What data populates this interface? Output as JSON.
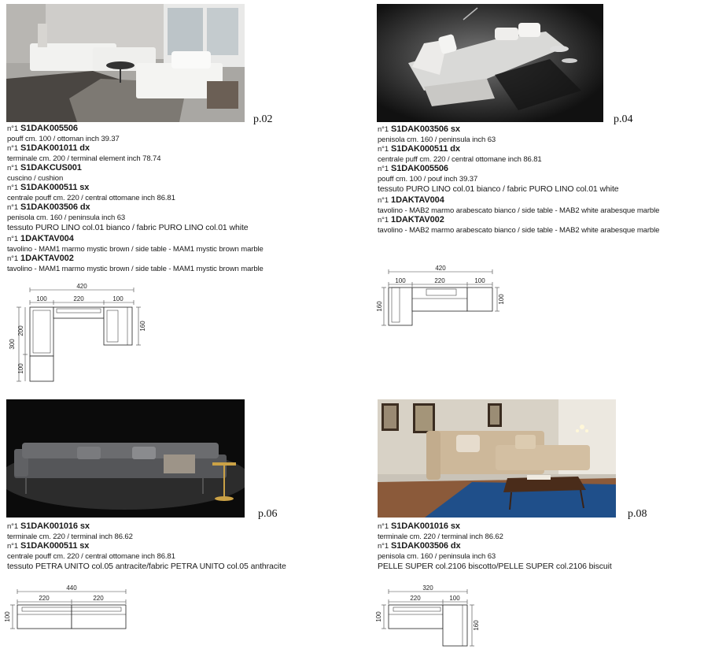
{
  "panels": [
    {
      "page": "p.02",
      "lines": [
        {
          "type": "code",
          "num": "n°1",
          "code": "S1DAK005506"
        },
        {
          "type": "desc",
          "text": "pouff cm. 100  / ottoman inch 39.37"
        },
        {
          "type": "code",
          "num": "n°1",
          "code": "S1DAK001011 dx"
        },
        {
          "type": "desc",
          "text": "terminale cm. 200 / terminal element inch 78.74"
        },
        {
          "type": "code",
          "num": "n°1",
          "code": "S1DAKCUS001"
        },
        {
          "type": "desc",
          "text": "cuscino / cushion"
        },
        {
          "type": "code",
          "num": "n°1",
          "code": "S1DAK000511 sx"
        },
        {
          "type": "desc",
          "text": "centrale pouff cm. 220 / central ottomane inch 86.81"
        },
        {
          "type": "code",
          "num": "n°1",
          "code": "S1DAK003506 dx"
        },
        {
          "type": "desc",
          "text": "penisola cm. 160 / peninsula inch 63"
        },
        {
          "type": "fabric",
          "text": "tessuto PURO LINO col.01 bianco / fabric PURO LINO col.01 white"
        },
        {
          "type": "code",
          "num": "n°1",
          "code": "1DAKTAV004"
        },
        {
          "type": "desc",
          "text": "tavolino - MAM1 marmo mystic brown / side table - MAM1 mystic brown marble"
        },
        {
          "type": "code",
          "num": "n°1",
          "code": "1DAKTAV002"
        },
        {
          "type": "desc",
          "text": "tavolino - MAM1 marmo mystic brown / side table - MAM1 mystic brown marble"
        }
      ],
      "dims": {
        "total": "420",
        "a": "100",
        "b": "220",
        "c": "100",
        "left_total": "300",
        "left_upper": "200",
        "left_lower": "100",
        "right": "160"
      }
    },
    {
      "page": "p.04",
      "lines": [
        {
          "type": "code",
          "num": "n°1",
          "code": "S1DAK003506 sx"
        },
        {
          "type": "desc",
          "text": "penisola cm. 160 / peninsula inch 63"
        },
        {
          "type": "code",
          "num": "n°1",
          "code": "S1DAK000511 dx"
        },
        {
          "type": "desc",
          "text": "centrale puff cm. 220 / central ottomane inch 86.81"
        },
        {
          "type": "code",
          "num": "n°1",
          "code": " S1DAK005506"
        },
        {
          "type": "desc",
          "text": "pouff cm. 100 / pouf inch 39.37"
        },
        {
          "type": "fabric",
          "text": "tessuto PURO LINO col.01 bianco / fabric PURO LINO col.01 white"
        },
        {
          "type": "code",
          "num": "n°1",
          "code": "1DAKTAV004"
        },
        {
          "type": "desc",
          "text": "tavolino - MAB2 marmo arabescato bianco / side table - MAB2 white arabesque marble"
        },
        {
          "type": "code",
          "num": "n°1",
          "code": "1DAKTAV002"
        },
        {
          "type": "desc",
          "text": "tavolino - MAB2 marmo arabescato bianco / side table - MAB2 white arabesque marble"
        }
      ],
      "dims": {
        "total": "420",
        "a": "100",
        "b": "220",
        "c": "100",
        "left": "160",
        "right": "100"
      }
    },
    {
      "page": "p.06",
      "lines": [
        {
          "type": "code",
          "num": "n°1",
          "code": "S1DAK001016 sx"
        },
        {
          "type": "desc",
          "text": "terminale cm. 220 / terminal inch 86.62"
        },
        {
          "type": "code",
          "num": "n°1",
          "code": "S1DAK000511 sx"
        },
        {
          "type": "desc",
          "text": "centrale pouff cm. 220 / central ottomane inch 86.81"
        },
        {
          "type": "fabric",
          "text": "tessuto PETRA UNITO col.05 antracite/fabric PETRA UNITO col.05 anthracite"
        }
      ],
      "dims": {
        "total": "440",
        "a": "220",
        "b": "220",
        "left": "100"
      }
    },
    {
      "page": "p.08",
      "lines": [
        {
          "type": "code",
          "num": "n°1",
          "code": "S1DAK001016 sx"
        },
        {
          "type": "desc",
          "text": "terminale cm. 220 / terminal inch 86.62"
        },
        {
          "type": "code",
          "num": "n°1",
          "code": "S1DAK003506 dx"
        },
        {
          "type": "desc",
          "text": "penisola cm. 160 / peninsula inch 63"
        },
        {
          "type": "fabric",
          "text": "PELLE SUPER col.2106 biscotto/PELLE SUPER col.2106 biscuit"
        }
      ],
      "dims": {
        "total": "320",
        "a": "220",
        "b": "100",
        "left": "100",
        "right": "160"
      }
    }
  ]
}
